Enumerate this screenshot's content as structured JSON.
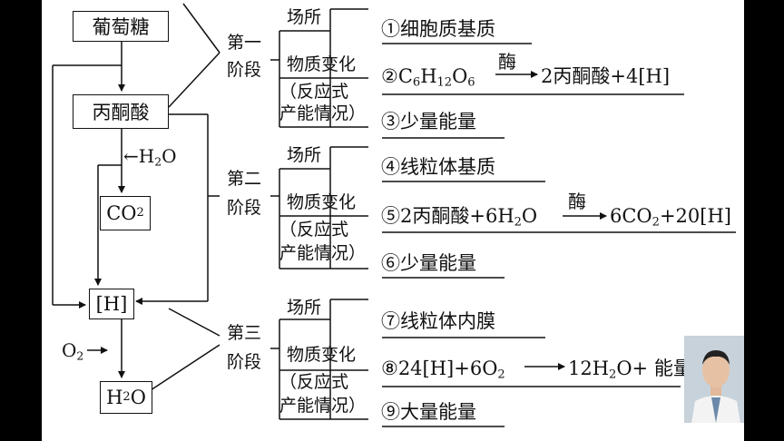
{
  "nodes": {
    "glucose": "葡萄糖",
    "pyruvate": "丙酮酸",
    "h2o_in": "←H",
    "h2o_in_tail": "O",
    "co2": "CO",
    "h": "[H]",
    "o2": "O",
    "h2o_out": "H",
    "h2o_out_tail": "O",
    "sub2": "2"
  },
  "stages": [
    {
      "stage_a": "第一",
      "stage_b": "阶段"
    },
    {
      "stage_a": "第二",
      "stage_b": "阶段"
    },
    {
      "stage_a": "第三",
      "stage_b": "阶段"
    }
  ],
  "labels": {
    "place": "场所",
    "change": "物质变化",
    "paren1": "（反应式",
    "paren2": "产能情况）",
    "enzyme": "酶"
  },
  "results": {
    "r1": "①细胞质基质",
    "r2_pre": "②C",
    "r2_6a": "6",
    "r2_h": "H",
    "r2_12": "12",
    "r2_o": "O",
    "r2_6b": "6",
    "r2_post": "2丙酮酸+4[H]",
    "r3": "③少量能量",
    "r4": "④线粒体基质",
    "r5_pre": "⑤2丙酮酸+6H",
    "r5_2": "2",
    "r5_o": "O",
    "r5_post_a": "6CO",
    "r5_post_2": "2",
    "r5_post_b": "+20[H]",
    "r6": "⑥少量能量",
    "r7": "⑦线粒体内膜",
    "r8_pre": "⑧24[H]+6O",
    "r8_2": "2",
    "r8_post_a": "12H",
    "r8_post_2": "2",
    "r8_post_b": "O+ 能量",
    "r9": "⑨大量能量"
  }
}
